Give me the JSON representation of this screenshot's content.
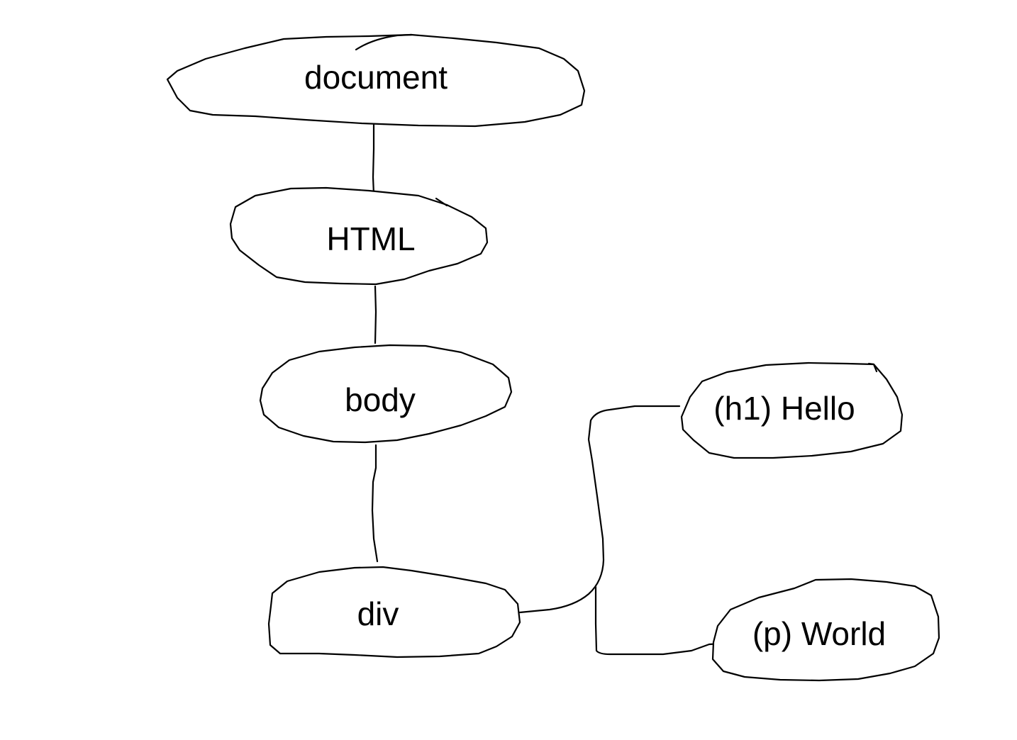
{
  "diagram": {
    "type": "tree",
    "nodes": [
      {
        "id": "document",
        "label": "document"
      },
      {
        "id": "html",
        "label": "HTML"
      },
      {
        "id": "body",
        "label": "body"
      },
      {
        "id": "div",
        "label": "div"
      },
      {
        "id": "h1",
        "label": "(h1) Hello"
      },
      {
        "id": "p",
        "label": "(p) World"
      }
    ],
    "edges": [
      {
        "from": "document",
        "to": "html"
      },
      {
        "from": "html",
        "to": "body"
      },
      {
        "from": "body",
        "to": "div"
      },
      {
        "from": "div",
        "to": "h1"
      },
      {
        "from": "div",
        "to": "p"
      }
    ],
    "colors": {
      "stroke": "#000000",
      "background": "#ffffff"
    }
  }
}
